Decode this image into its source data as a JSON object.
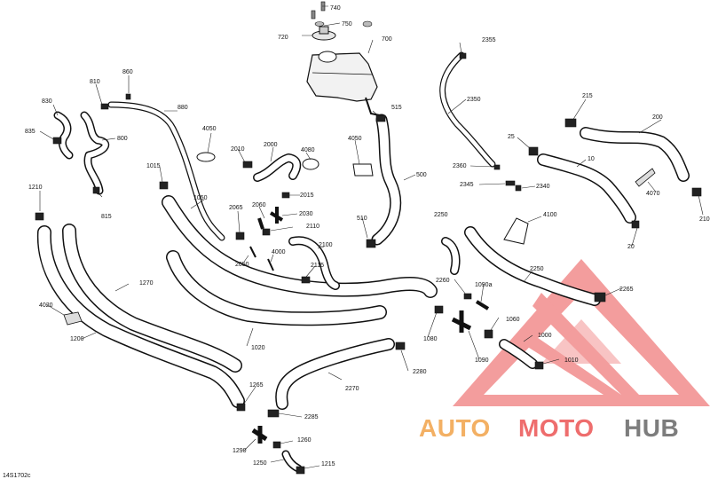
{
  "diagram": {
    "reference": "14S1702c",
    "watermark": {
      "auto": "AUTO",
      "moto": "MOTO",
      "hub": "HUB"
    },
    "labels": [
      {
        "id": "740",
        "text": "740"
      },
      {
        "id": "750",
        "text": "750"
      },
      {
        "id": "720",
        "text": "720"
      },
      {
        "id": "700",
        "text": "700"
      },
      {
        "id": "2355",
        "text": "2355"
      },
      {
        "id": "860",
        "text": "860"
      },
      {
        "id": "810",
        "text": "810"
      },
      {
        "id": "880",
        "text": "880"
      },
      {
        "id": "830",
        "text": "830"
      },
      {
        "id": "835",
        "text": "835"
      },
      {
        "id": "800",
        "text": "800"
      },
      {
        "id": "4050a",
        "text": "4050"
      },
      {
        "id": "2350",
        "text": "2350"
      },
      {
        "id": "515",
        "text": "515"
      },
      {
        "id": "215",
        "text": "215"
      },
      {
        "id": "200",
        "text": "200"
      },
      {
        "id": "25",
        "text": "25"
      },
      {
        "id": "2010",
        "text": "2010"
      },
      {
        "id": "2000",
        "text": "2000"
      },
      {
        "id": "4080",
        "text": "4080"
      },
      {
        "id": "4050b",
        "text": "4050"
      },
      {
        "id": "10",
        "text": "10"
      },
      {
        "id": "1015",
        "text": "1015"
      },
      {
        "id": "2360",
        "text": "2360"
      },
      {
        "id": "500",
        "text": "500"
      },
      {
        "id": "2345",
        "text": "2345"
      },
      {
        "id": "2340",
        "text": "2340"
      },
      {
        "id": "4070",
        "text": "4070"
      },
      {
        "id": "1210",
        "text": "1210"
      },
      {
        "id": "815",
        "text": "815"
      },
      {
        "id": "1050",
        "text": "1050"
      },
      {
        "id": "2015",
        "text": "2015"
      },
      {
        "id": "2065",
        "text": "2065"
      },
      {
        "id": "2060",
        "text": "2060"
      },
      {
        "id": "2030",
        "text": "2030"
      },
      {
        "id": "2250",
        "text": "2250"
      },
      {
        "id": "4100",
        "text": "4100"
      },
      {
        "id": "510",
        "text": "510"
      },
      {
        "id": "2110",
        "text": "2110"
      },
      {
        "id": "210",
        "text": "210"
      },
      {
        "id": "20",
        "text": "20"
      },
      {
        "id": "2100",
        "text": "2100"
      },
      {
        "id": "4000",
        "text": "4000"
      },
      {
        "id": "2050",
        "text": "2050"
      },
      {
        "id": "2115",
        "text": "2115"
      },
      {
        "id": "2250b",
        "text": "2250"
      },
      {
        "id": "1270",
        "text": "1270"
      },
      {
        "id": "2260",
        "text": "2260"
      },
      {
        "id": "1090a",
        "text": "1090a"
      },
      {
        "id": "2265",
        "text": "2265"
      },
      {
        "id": "4020",
        "text": "4020"
      },
      {
        "id": "1060",
        "text": "1060"
      },
      {
        "id": "1200",
        "text": "1200"
      },
      {
        "id": "1020",
        "text": "1020"
      },
      {
        "id": "1080",
        "text": "1080"
      },
      {
        "id": "1000",
        "text": "1000"
      },
      {
        "id": "1090",
        "text": "1090"
      },
      {
        "id": "1010",
        "text": "1010"
      },
      {
        "id": "2280",
        "text": "2280"
      },
      {
        "id": "2270",
        "text": "2270"
      },
      {
        "id": "1265",
        "text": "1265"
      },
      {
        "id": "2285",
        "text": "2285"
      },
      {
        "id": "1260",
        "text": "1260"
      },
      {
        "id": "1290",
        "text": "1290"
      },
      {
        "id": "1250",
        "text": "1250"
      },
      {
        "id": "1215",
        "text": "1215"
      }
    ]
  }
}
